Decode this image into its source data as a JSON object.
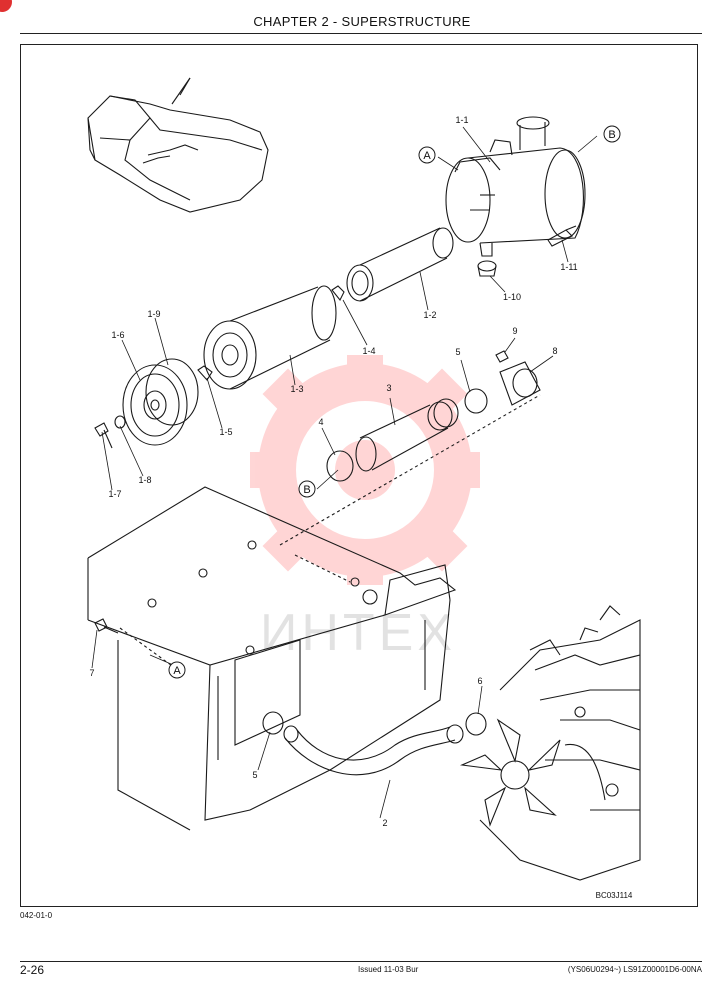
{
  "header": {
    "title": "CHAPTER 2 - SUPERSTRUCTURE"
  },
  "figure": {
    "code": "BC03J114",
    "reference": "042-01-0",
    "watermark": "ИНТЕХ",
    "labels": {
      "p1_1": "1-1",
      "p1_2": "1-2",
      "p1_3": "1-3",
      "p1_4": "1-4",
      "p1_5": "1-5",
      "p1_6": "1-6",
      "p1_7": "1-7",
      "p1_8": "1-8",
      "p1_9": "1-9",
      "p1_10": "1-10",
      "p1_11": "1-11",
      "p2": "2",
      "p3": "3",
      "p4": "4",
      "p5": "5",
      "p6": "6",
      "p7": "7",
      "p8": "8",
      "p9": "9",
      "callout_a": "A",
      "callout_b": "B"
    }
  },
  "footer": {
    "page_number": "2-26",
    "issue": "Issued 11-03   Bur",
    "serial": "(YS06U0294~)   LS91Z00001D6-00NA"
  },
  "colors": {
    "watermark": "#ff6a6a",
    "line": "#1a1a1a"
  }
}
